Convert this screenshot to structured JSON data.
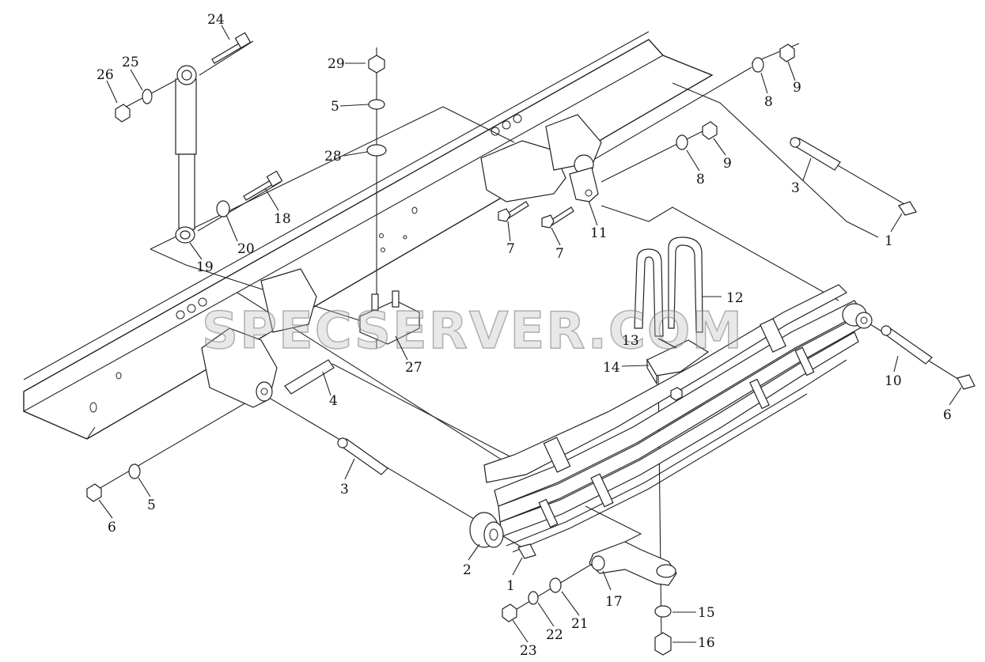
{
  "watermark": "SPECSERVER.COM",
  "callouts": [
    {
      "id": "c24",
      "text": "24"
    },
    {
      "id": "c25",
      "text": "25"
    },
    {
      "id": "c26",
      "text": "26"
    },
    {
      "id": "c29",
      "text": "29"
    },
    {
      "id": "c5a",
      "text": "5"
    },
    {
      "id": "c28",
      "text": "28"
    },
    {
      "id": "c18",
      "text": "18"
    },
    {
      "id": "c20",
      "text": "20"
    },
    {
      "id": "c19",
      "text": "19"
    },
    {
      "id": "c8a",
      "text": "8"
    },
    {
      "id": "c9a",
      "text": "9"
    },
    {
      "id": "c8b",
      "text": "8"
    },
    {
      "id": "c9b",
      "text": "9"
    },
    {
      "id": "c3a",
      "text": "3"
    },
    {
      "id": "c7a",
      "text": "7"
    },
    {
      "id": "c7b",
      "text": "7"
    },
    {
      "id": "c11",
      "text": "11"
    },
    {
      "id": "c1a",
      "text": "1"
    },
    {
      "id": "c12",
      "text": "12"
    },
    {
      "id": "c13",
      "text": "13"
    },
    {
      "id": "c14",
      "text": "14"
    },
    {
      "id": "c27",
      "text": "27"
    },
    {
      "id": "c4",
      "text": "4"
    },
    {
      "id": "c10",
      "text": "10"
    },
    {
      "id": "c6a",
      "text": "6"
    },
    {
      "id": "c5b",
      "text": "5"
    },
    {
      "id": "c6b",
      "text": "6"
    },
    {
      "id": "c3b",
      "text": "3"
    },
    {
      "id": "c2",
      "text": "2"
    },
    {
      "id": "c1b",
      "text": "1"
    },
    {
      "id": "c17",
      "text": "17"
    },
    {
      "id": "c21",
      "text": "21"
    },
    {
      "id": "c22",
      "text": "22"
    },
    {
      "id": "c23",
      "text": "23"
    },
    {
      "id": "c15",
      "text": "15"
    },
    {
      "id": "c16",
      "text": "16"
    }
  ]
}
